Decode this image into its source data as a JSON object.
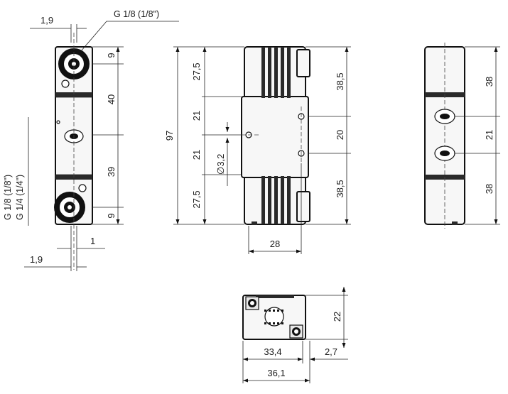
{
  "views": {
    "left": {
      "dim_top_offset": "1,9",
      "thread_top": "G 1/8 (1/8\")",
      "thread_bottom_1": "G 1/8 (1/8\")",
      "thread_bottom_2": "G 1/4 (1/4\")",
      "dim_9_top": "9",
      "dim_40": "40",
      "dim_39": "39",
      "dim_9_bottom": "9",
      "dim_1": "1",
      "dim_bottom_offset": "1,9"
    },
    "front": {
      "dim_97": "97",
      "dim_27_5_top": "27,5",
      "dim_21_top": "21",
      "dim_21_bottom": "21",
      "dim_27_5_bottom": "27,5",
      "dim_hole": "∅3,2",
      "dim_38_5_top": "38,5",
      "dim_20": "20",
      "dim_38_5_bottom": "38,5",
      "dim_28": "28"
    },
    "side": {
      "dim_38_top": "38",
      "dim_21": "21",
      "dim_38_bottom": "38"
    },
    "bottom": {
      "dim_22": "22",
      "dim_33_4": "33,4",
      "dim_2_7": "2,7",
      "dim_36_1": "36,1"
    }
  },
  "colors": {
    "line": "#222222",
    "band": "#2a2a2a",
    "body": "#f7f7f7"
  }
}
